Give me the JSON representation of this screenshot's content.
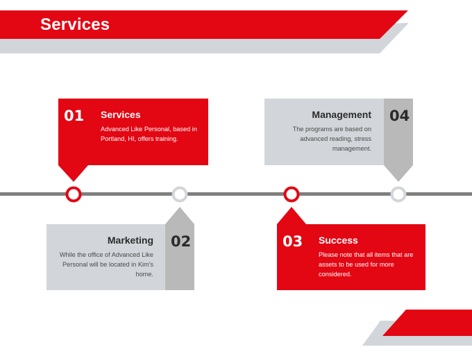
{
  "header": {
    "title": "Services"
  },
  "colors": {
    "accent": "#e30613",
    "accent_dark": "#c4000d",
    "gray_panel": "#d2d5d9",
    "gray_tab": "#b9b9b9",
    "timeline": "#7f7f7f"
  },
  "cards": [
    {
      "number": "01",
      "title": "Services",
      "text": "Advanced Like Personal, based in Portland, HI, offers training."
    },
    {
      "number": "02",
      "title": "Marketing",
      "text": "While the office of Advanced Like Personal will be located in Kim's home."
    },
    {
      "number": "03",
      "title": "Success",
      "text": "Please note that all items that are assets to be used for more considered."
    },
    {
      "number": "04",
      "title": "Management",
      "text": "The programs are based on advanced reading, stress management."
    }
  ]
}
